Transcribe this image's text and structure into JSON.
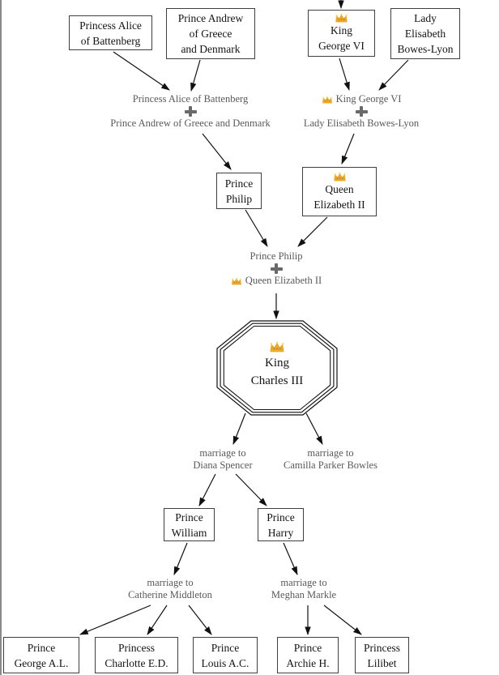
{
  "diagram": {
    "colors": {
      "edge": "#111111",
      "box_border": "#3f3f3f",
      "box_text": "#141414",
      "muted_text": "#595959",
      "plus_gray": "#6a6a6a",
      "crown_gold": "#F2A51A",
      "crown_light": "#FFD34D",
      "left_border": "#8a8a8a",
      "background": "#ffffff"
    },
    "icons": {
      "crown-icon": "👑",
      "plus-icon": "✚"
    },
    "boxes": {
      "alice": {
        "lines": [
          "Princess Alice",
          "of Battenberg"
        ]
      },
      "andrew": {
        "lines": [
          "Prince Andrew",
          "of Greece",
          "and Denmark"
        ]
      },
      "george6": {
        "lines": [
          "King",
          "George VI"
        ],
        "crown": true
      },
      "elisabeth": {
        "lines": [
          "Lady",
          "Elisabeth",
          "Bowes-Lyon"
        ]
      },
      "philip": {
        "lines": [
          "Prince",
          "Philip"
        ]
      },
      "elizabeth2": {
        "lines": [
          "Queen",
          "Elizabeth II"
        ],
        "crown": true
      },
      "charles3": {
        "lines": [
          "King",
          "Charles III"
        ],
        "crown": true
      },
      "william": {
        "lines": [
          "Prince",
          "William"
        ]
      },
      "harry": {
        "lines": [
          "Prince",
          "Harry"
        ]
      },
      "george_jr": {
        "lines": [
          "Prince",
          "George A.L."
        ]
      },
      "charlotte": {
        "lines": [
          "Princess",
          "Charlotte E.D."
        ]
      },
      "louis": {
        "lines": [
          "Prince",
          "Louis A.C."
        ]
      },
      "archie": {
        "lines": [
          "Prince",
          "Archie H."
        ]
      },
      "lilibet": {
        "lines": [
          "Princess",
          "Lilibet"
        ]
      }
    },
    "unions": {
      "alice_andrew": {
        "partner1": "Princess Alice of Battenberg",
        "partner2": "Prince Andrew of Greece and Denmark"
      },
      "george_elisabeth": {
        "partner1": "King George VI",
        "partner2": "Lady Elisabeth Bowes-Lyon",
        "crown_on_partner1": true
      },
      "philip_elizabeth": {
        "partner1": "Prince Philip",
        "partner2": "Queen Elizabeth II",
        "crown_on_partner2": true
      }
    },
    "marriages": {
      "diana": {
        "prefix": "marriage to",
        "name": "Diana Spencer"
      },
      "camilla": {
        "prefix": "marriage to",
        "name": "Camilla Parker Bowles"
      },
      "catherine": {
        "prefix": "marriage to",
        "name": "Catherine Middleton"
      },
      "meghan": {
        "prefix": "marriage to",
        "name": "Meghan Markle"
      }
    }
  }
}
